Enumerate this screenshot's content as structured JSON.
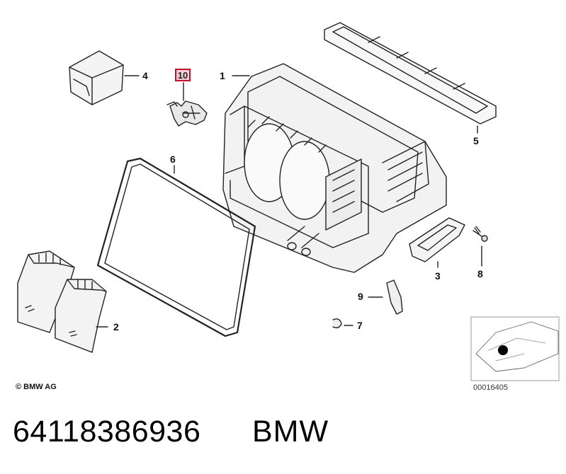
{
  "callouts": {
    "c1": "1",
    "c2": "2",
    "c3": "3",
    "c4": "4",
    "c5": "5",
    "c6": "6",
    "c7": "7",
    "c8": "8",
    "c9": "9",
    "c10": "10"
  },
  "highlighted_callout": "10",
  "highlight_color": "#c8102e",
  "copyright": "© BMW AG",
  "diagram_id": "00016405",
  "part_number": "64118386936",
  "brand": "BMW"
}
